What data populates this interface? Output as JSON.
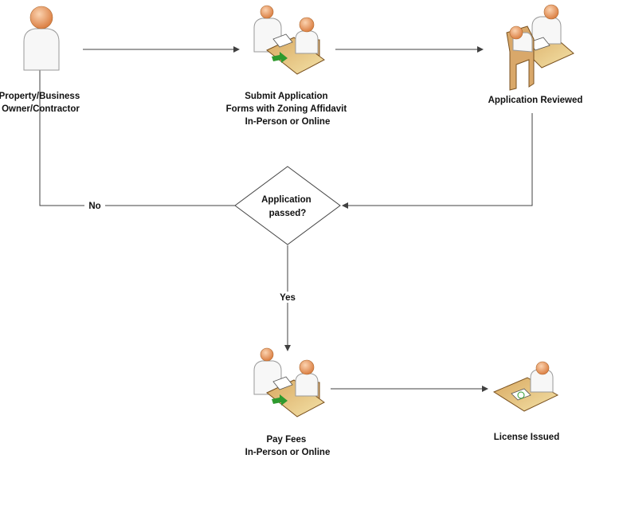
{
  "nodes": {
    "owner": {
      "label_lines": [
        "Property/Business",
        "Owner/Contractor"
      ],
      "icon": "person-icon"
    },
    "submit": {
      "label_lines": [
        "Submit Application",
        "Forms with Zoning Affidavit",
        "In-Person or Online"
      ],
      "icon": "meeting-handoff-icon"
    },
    "reviewed": {
      "label_lines": [
        "Application Reviewed"
      ],
      "icon": "review-desk-icon"
    },
    "decision": {
      "label_lines": [
        "Application",
        "passed?"
      ],
      "shape": "diamond"
    },
    "pay": {
      "label_lines": [
        "Pay Fees",
        "In-Person or Online"
      ],
      "icon": "meeting-handoff-icon"
    },
    "license": {
      "label_lines": [
        "License Issued"
      ],
      "icon": "clerk-desk-icon"
    }
  },
  "edges": {
    "no_label": "No",
    "yes_label": "Yes"
  },
  "colors": {
    "line": "#404040",
    "arrow_green": "#2e9a2e",
    "skin": "#e8955a",
    "wood": "#e8c98a"
  }
}
